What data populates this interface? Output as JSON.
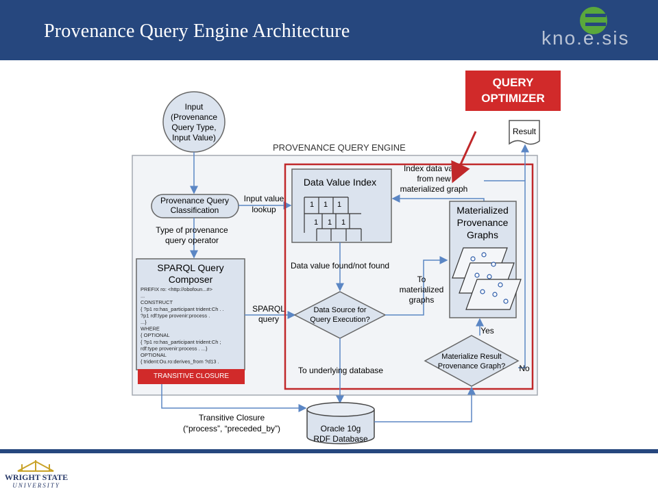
{
  "slide": {
    "title": "Provenance Query Engine Architecture",
    "logo_text": "kno.e.sis",
    "footer_logo": {
      "name": "WRIGHT STATE",
      "sub": "UNIVERSITY"
    }
  },
  "callouts": {
    "query_optimizer": "QUERY OPTIMIZER",
    "transitive_closure": "TRANSITIVE CLOSURE"
  },
  "diagram": {
    "engine_label": "PROVENANCE QUERY ENGINE",
    "input": [
      "Input",
      "(Provenance",
      "Query Type,",
      "Input Value)"
    ],
    "classification": [
      "Provenance Query",
      "Classification"
    ],
    "type_label": [
      "Type of provenance",
      "query operator"
    ],
    "input_value_lookup": [
      "Input value",
      "lookup"
    ],
    "composer_title": [
      "SPARQL Query",
      "Composer"
    ],
    "composer_code": [
      "PREFIX ro:   <http://obofoun...#>",
      "...",
      "CONSTRUCT",
      "  { ?p1 ro:has_participant trident:Ch . .",
      "     ?p1 rdf:type provenir:process .",
      "     ...}",
      "WHERE",
      "{ OPTIONAL",
      "  { ?p1  ro:has_participant  trident:Ch ;",
      "        rdf:type provenir:process .        ...}",
      "OPTIONAL",
      "{ trident:Ou.ro:derives_from ?d13 .",
      "  ..."
    ],
    "sparql_query": [
      "SPARQL",
      "query"
    ],
    "data_value_index": "Data Value Index",
    "index_cells": [
      "1",
      "1",
      "1",
      "1",
      "1",
      "1"
    ],
    "index_note": [
      "Index data value",
      "from new",
      "materialized graph"
    ],
    "found_label": "Data value found/not found",
    "data_source": [
      "Data Source for",
      "Query Execution?"
    ],
    "to_materialized": [
      "To",
      "materialized",
      "graphs"
    ],
    "materialized_graphs": [
      "Materialized",
      "Provenance",
      "Graphs"
    ],
    "result": "Result",
    "yes": "Yes",
    "no": "No",
    "materialize_decision": [
      "Materialize Result",
      "Provenance Graph?"
    ],
    "to_db": "To underlying database",
    "transitive_closure_label": [
      "Transitive Closure",
      "(“process”, “preceded_by”)"
    ],
    "database": [
      "Oracle 10g",
      "RDF Database"
    ]
  },
  "colors": {
    "header": "#26477e",
    "accent_red": "#d12a2a",
    "arrow_blue": "#5b86c4",
    "box_fill": "#dbe3ee"
  }
}
